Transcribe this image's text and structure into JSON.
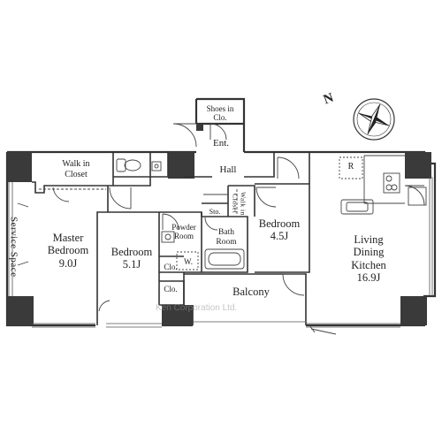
{
  "compass": {
    "north_label": "N"
  },
  "rooms": {
    "shoes_in_closet": "Shoes in\nClo.",
    "entrance": "Ent.",
    "walk_in_closet_top": "Walk in\nCloset",
    "hall": "Hall",
    "refrigerator": "R",
    "service_space": "Service Space",
    "master_bedroom": "Master\nBedroom\n9.0J",
    "bedroom_5": "Bedroom\n5.1J",
    "powder_room": "Powder\nRoom",
    "storage": "Sto.",
    "walk_in_closet_small": "Walk in\nCloset",
    "bath_room": "Bath\nRoom",
    "washer": "W.",
    "bedroom_4": "Bedroom\n4.5J",
    "closet_1": "Clo.",
    "closet_2": "Clo.",
    "balcony": "Balcony",
    "ldk": "Living\nDining\nKitchen\n16.9J"
  },
  "watermark": "Ken Corporation Ltd."
}
